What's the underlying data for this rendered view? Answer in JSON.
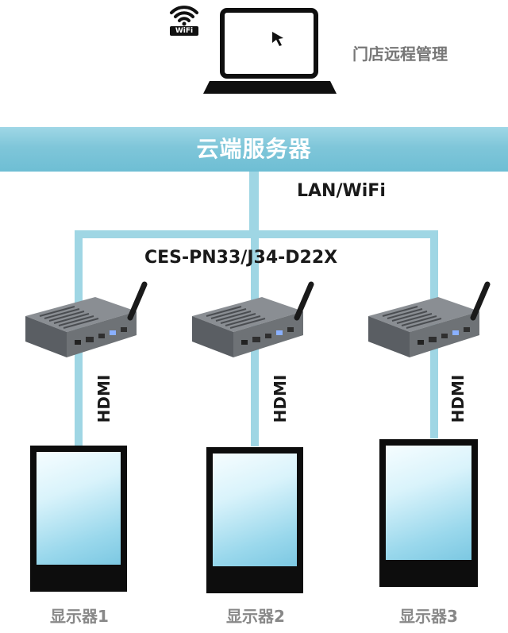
{
  "laptop": {
    "label": "门店远程管理",
    "wifi_badge": "WiFi"
  },
  "cloud": {
    "title": "云端服务器"
  },
  "network": {
    "connection_label": "LAN/WiFi",
    "model_label": "CES-PN33/J34-D22X"
  },
  "hdmi_label": "HDMI",
  "displays": [
    {
      "label": "显示器1"
    },
    {
      "label": "显示器2"
    },
    {
      "label": "显示器3"
    }
  ],
  "colors": {
    "cloud_band": "#7fc6d9",
    "connector_line": "#9fd6e4",
    "screen_frame": "#0d0d0d",
    "device_body": "#6e7276"
  },
  "icons": [
    "wifi-icon",
    "laptop-icon",
    "cursor-icon",
    "mini-pc-icon",
    "antenna-icon",
    "display-icon"
  ]
}
